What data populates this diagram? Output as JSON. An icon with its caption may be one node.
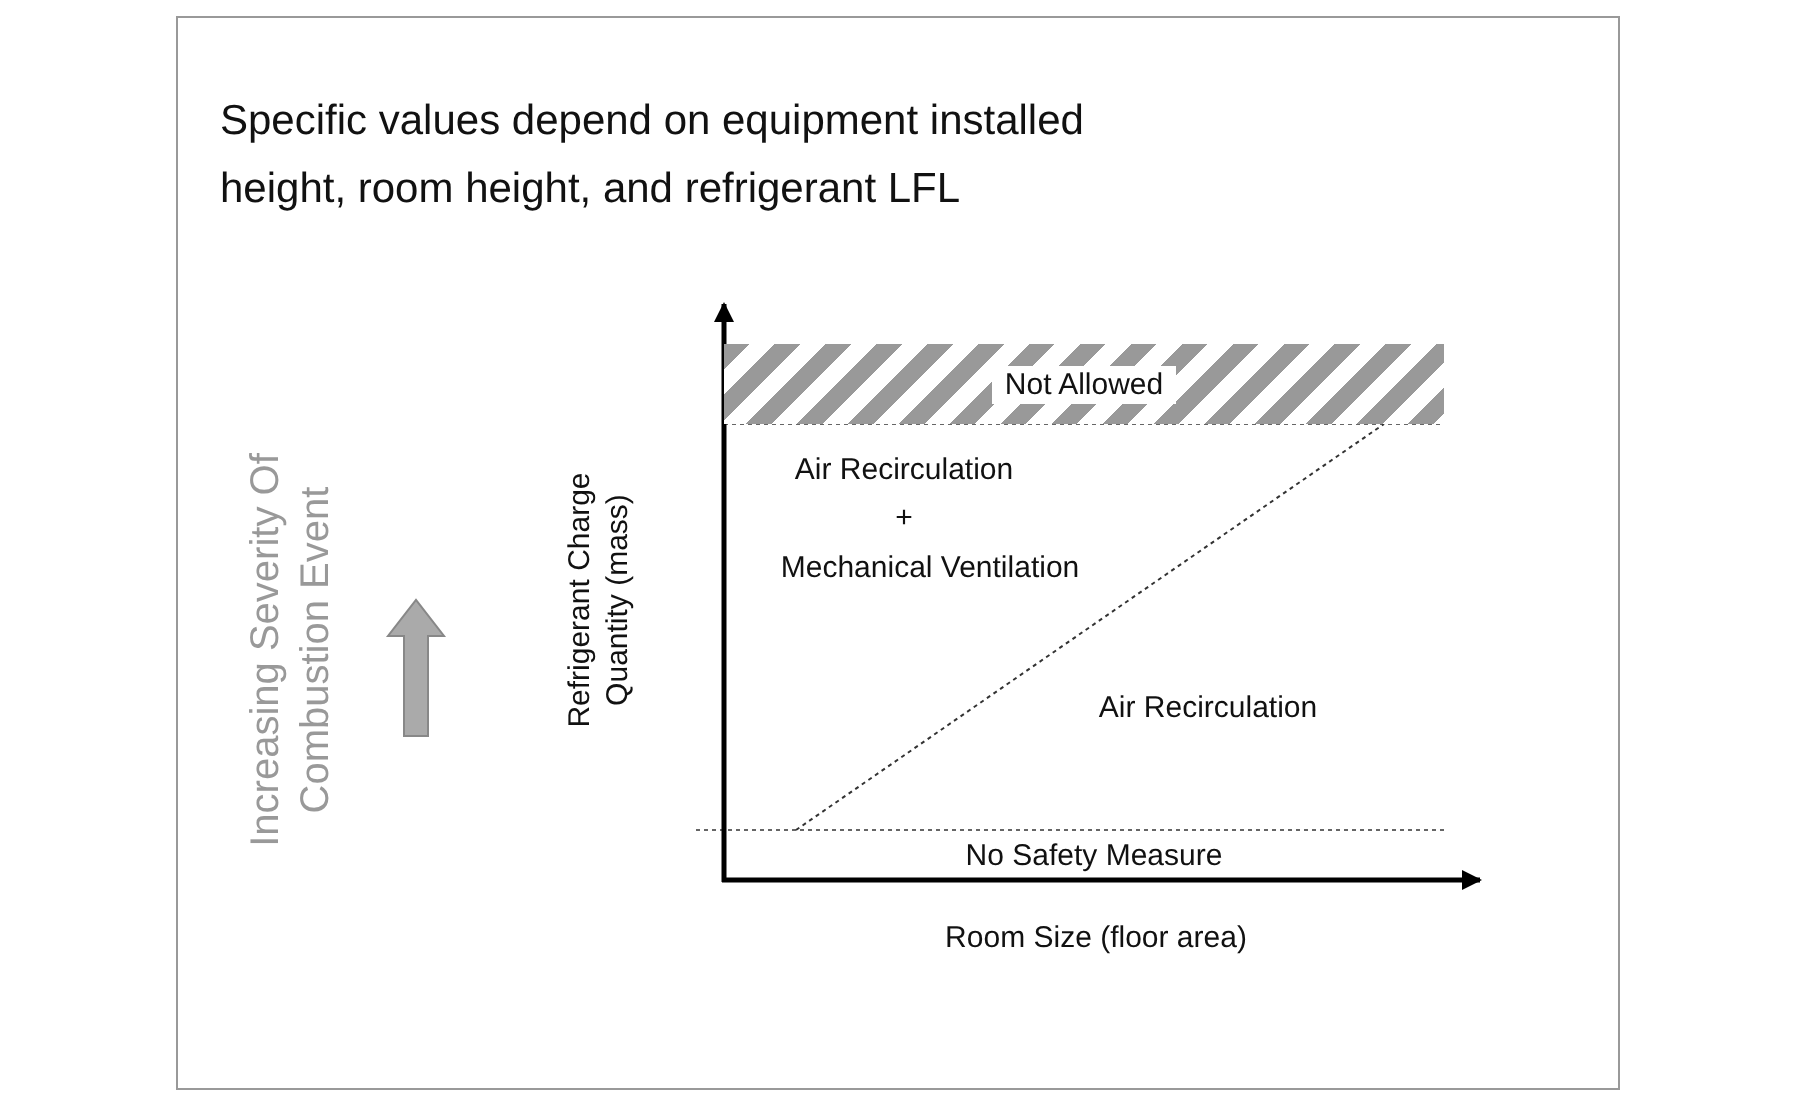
{
  "diagram": {
    "title": "Specific values depend on equipment installed height, room height, and refrigerant LFL",
    "nodes": [
      {
        "text": [
          "Not Allowed"
        ]
      }
    ],
    "labels": [
      "Air Recirculation",
      "+",
      "Mechanical Ventilation",
      "Air Recirculation",
      "No Safety Measure",
      "Refrigerant Charge Quantity (mass)",
      "Room Size (floor area)",
      "Increasing Severity Of Combustion Event"
    ]
  }
}
